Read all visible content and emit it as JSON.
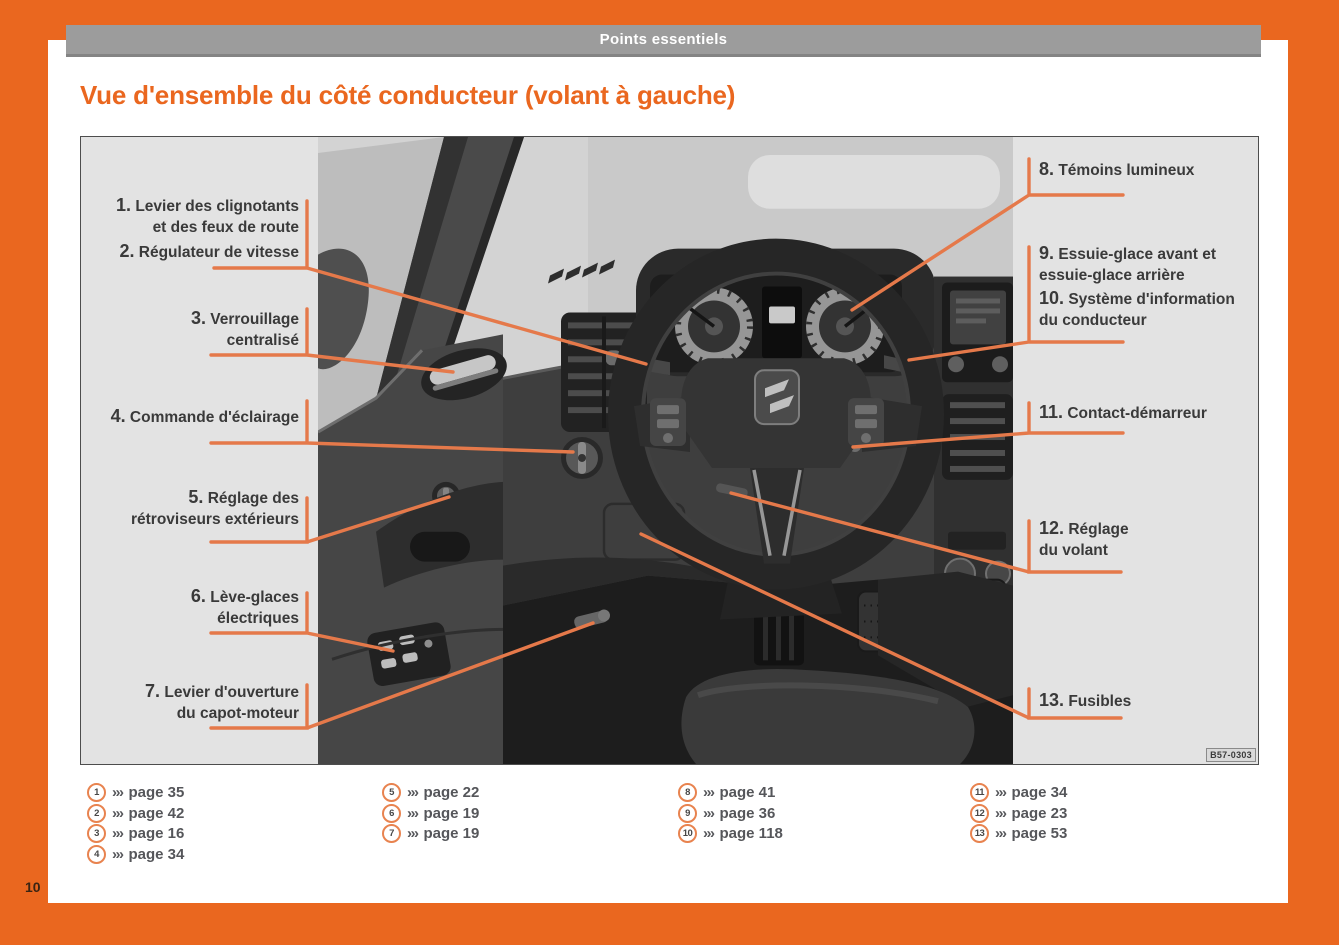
{
  "header": {
    "title": "Points essentiels"
  },
  "page": {
    "title": "Vue d'ensemble du côté conducteur (volant à gauche)",
    "number": "10"
  },
  "figure": {
    "image_code": "B57-0303",
    "labels": {
      "l1": {
        "num": "1.",
        "line1": "Levier des clignotants",
        "line2": "et des feux de route"
      },
      "l2": {
        "num": "2.",
        "line1": "Régulateur de vitesse"
      },
      "l3": {
        "num": "3.",
        "line1": "Verrouillage",
        "line2": "centralisé"
      },
      "l4": {
        "num": "4.",
        "line1": "Commande d'éclairage"
      },
      "l5": {
        "num": "5.",
        "line1": "Réglage des",
        "line2": "rétroviseurs extérieurs"
      },
      "l6": {
        "num": "6.",
        "line1": "Lève-glaces",
        "line2": "électriques"
      },
      "l7": {
        "num": "7.",
        "line1": "Levier d'ouverture",
        "line2": "du capot-moteur"
      },
      "l8": {
        "num": "8.",
        "line1": "Témoins lumineux"
      },
      "l9": {
        "num": "9.",
        "line1": "Essuie-glace avant et",
        "line2": "essuie-glace arrière"
      },
      "l10": {
        "num": "10.",
        "line1": "Système d'information",
        "line2": "du conducteur"
      },
      "l11": {
        "num": "11.",
        "line1": "Contact-démarreur"
      },
      "l12": {
        "num": "12.",
        "line1": "Réglage",
        "line2": "du volant"
      },
      "l13": {
        "num": "13.",
        "line1": "Fusibles"
      }
    }
  },
  "references": {
    "arrow": "›››",
    "items": [
      {
        "num": "1",
        "page": "page 35"
      },
      {
        "num": "2",
        "page": "page 42"
      },
      {
        "num": "3",
        "page": "page 16"
      },
      {
        "num": "4",
        "page": "page 34"
      },
      {
        "num": "5",
        "page": "page 22"
      },
      {
        "num": "6",
        "page": "page 19"
      },
      {
        "num": "7",
        "page": "page 19"
      },
      {
        "num": "8",
        "page": "page 41"
      },
      {
        "num": "9",
        "page": "page 36"
      },
      {
        "num": "10",
        "page": "page 118"
      },
      {
        "num": "11",
        "page": "page 34"
      },
      {
        "num": "12",
        "page": "page 23"
      },
      {
        "num": "13",
        "page": "page 53"
      }
    ]
  },
  "colors": {
    "frame_orange": "#ea671f",
    "accent_orange": "#ea671f",
    "leader_orange": "#e5794a",
    "header_gray": "#9c9c9c"
  }
}
